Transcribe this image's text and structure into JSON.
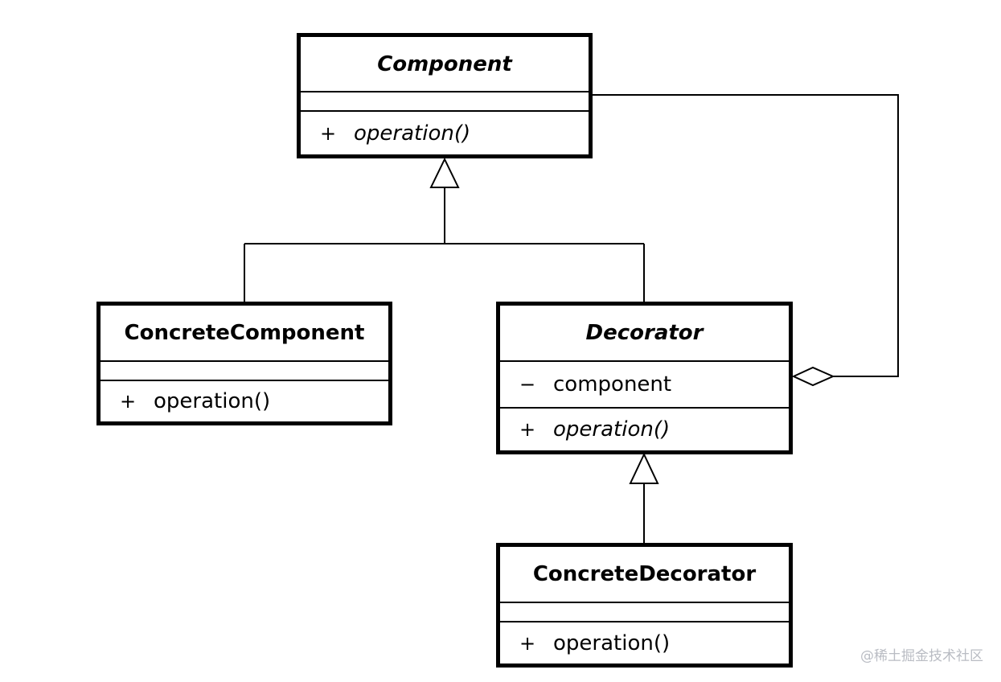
{
  "classes": {
    "component": {
      "name": "Component",
      "attributes": [],
      "operations": [
        {
          "visibility": "+",
          "name": "operation()",
          "abstract": true
        }
      ]
    },
    "concrete_component": {
      "name": "ConcreteComponent",
      "attributes": [],
      "operations": [
        {
          "visibility": "+",
          "name": "operation()",
          "abstract": false
        }
      ]
    },
    "decorator": {
      "name": "Decorator",
      "attributes": [
        {
          "visibility": "−",
          "name": "component"
        }
      ],
      "operations": [
        {
          "visibility": "+",
          "name": "operation()",
          "abstract": true
        }
      ]
    },
    "concrete_decorator": {
      "name": "ConcreteDecorator",
      "attributes": [],
      "operations": [
        {
          "visibility": "+",
          "name": "operation()",
          "abstract": false
        }
      ]
    }
  },
  "relations": [
    {
      "type": "generalization",
      "from": "ConcreteComponent",
      "to": "Component"
    },
    {
      "type": "generalization",
      "from": "Decorator",
      "to": "Component"
    },
    {
      "type": "generalization",
      "from": "ConcreteDecorator",
      "to": "Decorator"
    },
    {
      "type": "aggregation",
      "whole": "Decorator",
      "part": "Component"
    }
  ],
  "watermark": "@稀土掘金技术社区"
}
